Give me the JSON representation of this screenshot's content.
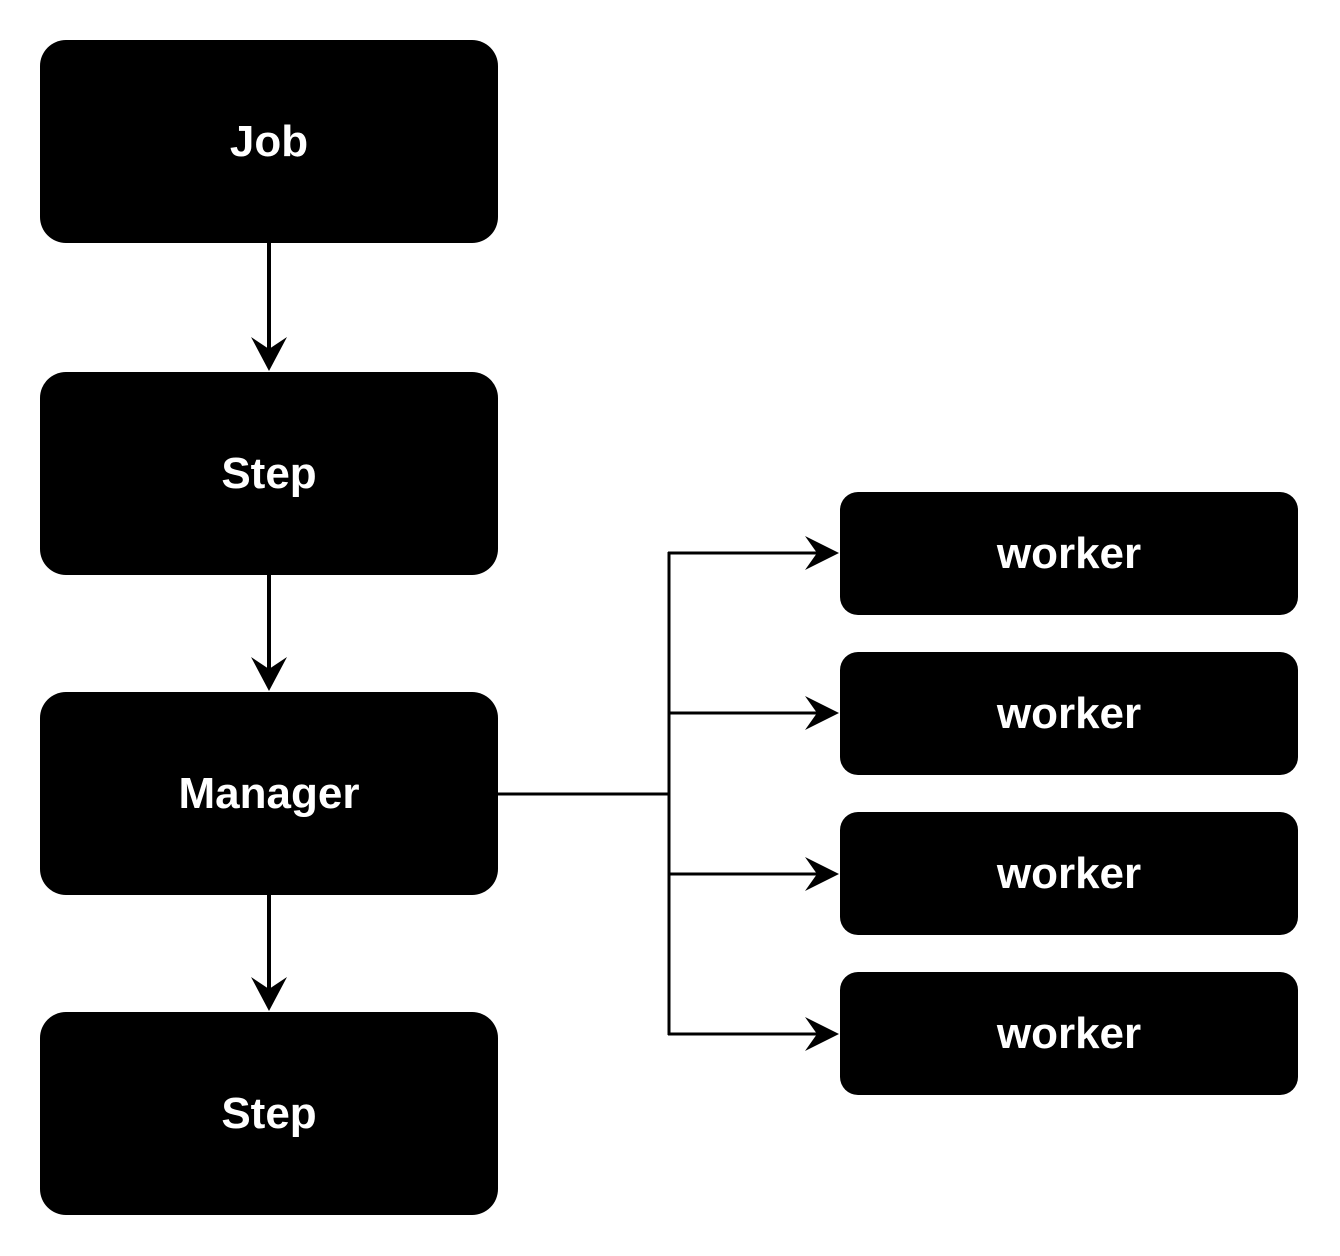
{
  "nodes": {
    "job": {
      "label": "Job"
    },
    "step1": {
      "label": "Step"
    },
    "manager": {
      "label": "Manager"
    },
    "step2": {
      "label": "Step"
    },
    "workers": [
      {
        "label": "worker"
      },
      {
        "label": "worker"
      },
      {
        "label": "worker"
      },
      {
        "label": "worker"
      }
    ]
  },
  "edges": [
    {
      "from": "Job",
      "to": "Step"
    },
    {
      "from": "Step",
      "to": "Manager"
    },
    {
      "from": "Manager",
      "to": "Step"
    },
    {
      "from": "Manager",
      "to": "worker"
    },
    {
      "from": "Manager",
      "to": "worker"
    },
    {
      "from": "Manager",
      "to": "worker"
    },
    {
      "from": "Manager",
      "to": "worker"
    }
  ],
  "colors": {
    "node_fill": "#000000",
    "node_text": "#ffffff",
    "edge": "#000000",
    "background": "#ffffff"
  }
}
